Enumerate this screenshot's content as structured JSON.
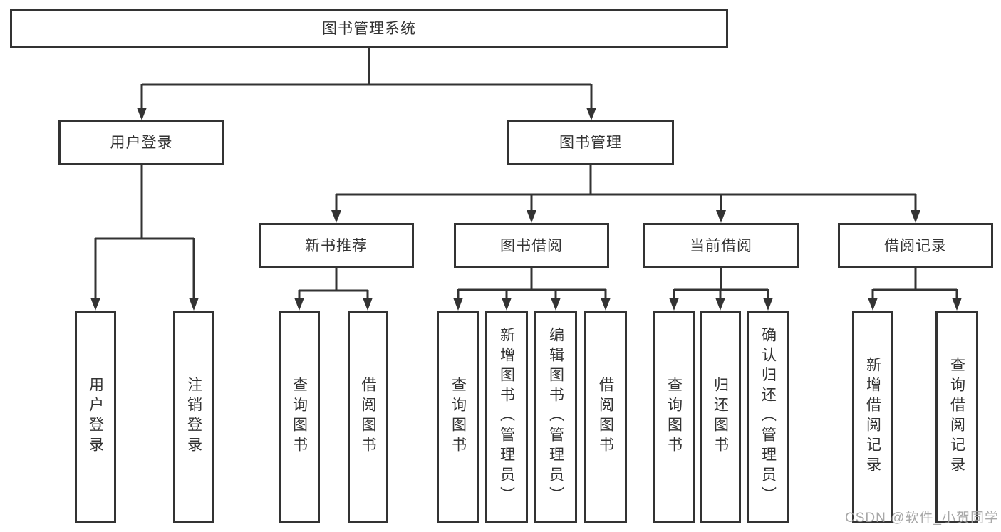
{
  "diagram_title": "图书管理系统",
  "nodes": {
    "root": "图书管理系统",
    "user_login": "用户登录",
    "book_mgmt": "图书管理",
    "new_book_rec": "新书推荐",
    "book_borrow": "图书借阅",
    "current_borrow": "当前借阅",
    "borrow_records": "借阅记录",
    "leaf_user_login": "用户登录",
    "leaf_logout": "注销登录",
    "leaf_nbr_query_book": "查询图书",
    "leaf_nbr_borrow_book": "借阅图书",
    "leaf_bb_query_book": "查询图书",
    "leaf_bb_add_book": "新增图书（管理员）",
    "leaf_bb_edit_book": "编辑图书（管理员）",
    "leaf_bb_borrow_book": "借阅图书",
    "leaf_cb_query_book": "查询图书",
    "leaf_cb_return_book": "归还图书",
    "leaf_cb_confirm_return": "确认归还（管理员）",
    "leaf_br_add_record": "新增借阅记录",
    "leaf_br_query_record": "查询借阅记录"
  },
  "hierarchy": {
    "图书管理系统": {
      "用户登录": [
        "用户登录",
        "注销登录"
      ],
      "图书管理": {
        "新书推荐": [
          "查询图书",
          "借阅图书"
        ],
        "图书借阅": [
          "查询图书",
          "新增图书（管理员）",
          "编辑图书（管理员）",
          "借阅图书"
        ],
        "当前借阅": [
          "查询图书",
          "归还图书",
          "确认归还（管理员）"
        ],
        "借阅记录": [
          "新增借阅记录",
          "查询借阅记录"
        ]
      }
    }
  },
  "watermark": "CSDN @软件_小贺同学",
  "colors": {
    "line": "#333333",
    "border": "#333333",
    "text": "#333333",
    "watermark": "#9e9e9e",
    "background": "#ffffff"
  }
}
